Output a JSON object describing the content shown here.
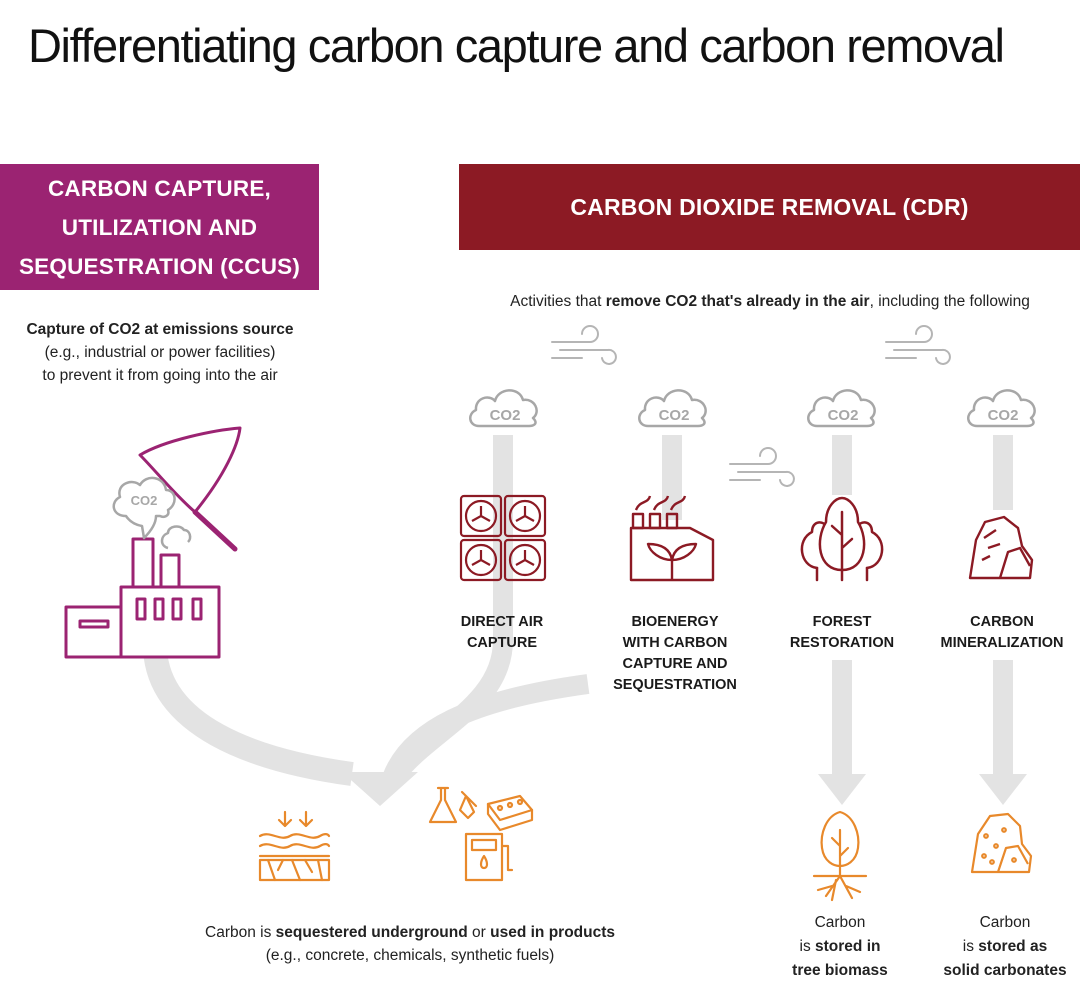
{
  "title": "Differentiating carbon capture and carbon removal",
  "ccus": {
    "heading_lines": [
      "CARBON CAPTURE,",
      "UTILIZATION AND",
      "SEQUESTRATION (CCUS)"
    ],
    "desc_bold": "Capture of CO2 at emissions source",
    "desc_line2": "(e.g., industrial or power facilities)",
    "desc_line3": "to prevent it from going into the air",
    "factory_cloud_label": "CO2"
  },
  "cdr": {
    "heading": "CARBON DIOXIDE REMOVAL (CDR)",
    "desc_pre": "Activities that ",
    "desc_bold": "remove CO2 that's already in the air",
    "desc_post": ", including the following",
    "cloud_label": "CO2"
  },
  "activities": {
    "dac": {
      "line1": "DIRECT AIR",
      "line2": "CAPTURE"
    },
    "beccs": {
      "line1": "BIOENERGY",
      "line2": "WITH CARBON",
      "line3": "CAPTURE AND",
      "line4": "SEQUESTRATION"
    },
    "forest": {
      "line1": "FOREST",
      "line2": "RESTORATION"
    },
    "mineral": {
      "line1": "CARBON",
      "line2": "MINERALIZATION"
    }
  },
  "outcomes": {
    "left_pre": "Carbon is ",
    "left_bold1": "sequestered underground",
    "left_mid": " or ",
    "left_bold2": "used in products",
    "left_line2": "(e.g., concrete, chemicals, synthetic fuels)",
    "forest_line1": "Carbon",
    "forest_line2_pre": "is ",
    "forest_line2_bold": "stored in",
    "forest_line3_bold": "tree biomass",
    "mineral_line1": "Carbon",
    "mineral_line2_pre": "is ",
    "mineral_line2_bold": "stored as",
    "mineral_line3_bold": "solid carbonates"
  },
  "colors": {
    "ccus_magenta": "#9b2372",
    "cdr_red": "#8c1a24",
    "outcome_orange": "#e8892b",
    "flow_gray": "#e3e3e3",
    "cloud_gray": "#a7a7a7"
  }
}
